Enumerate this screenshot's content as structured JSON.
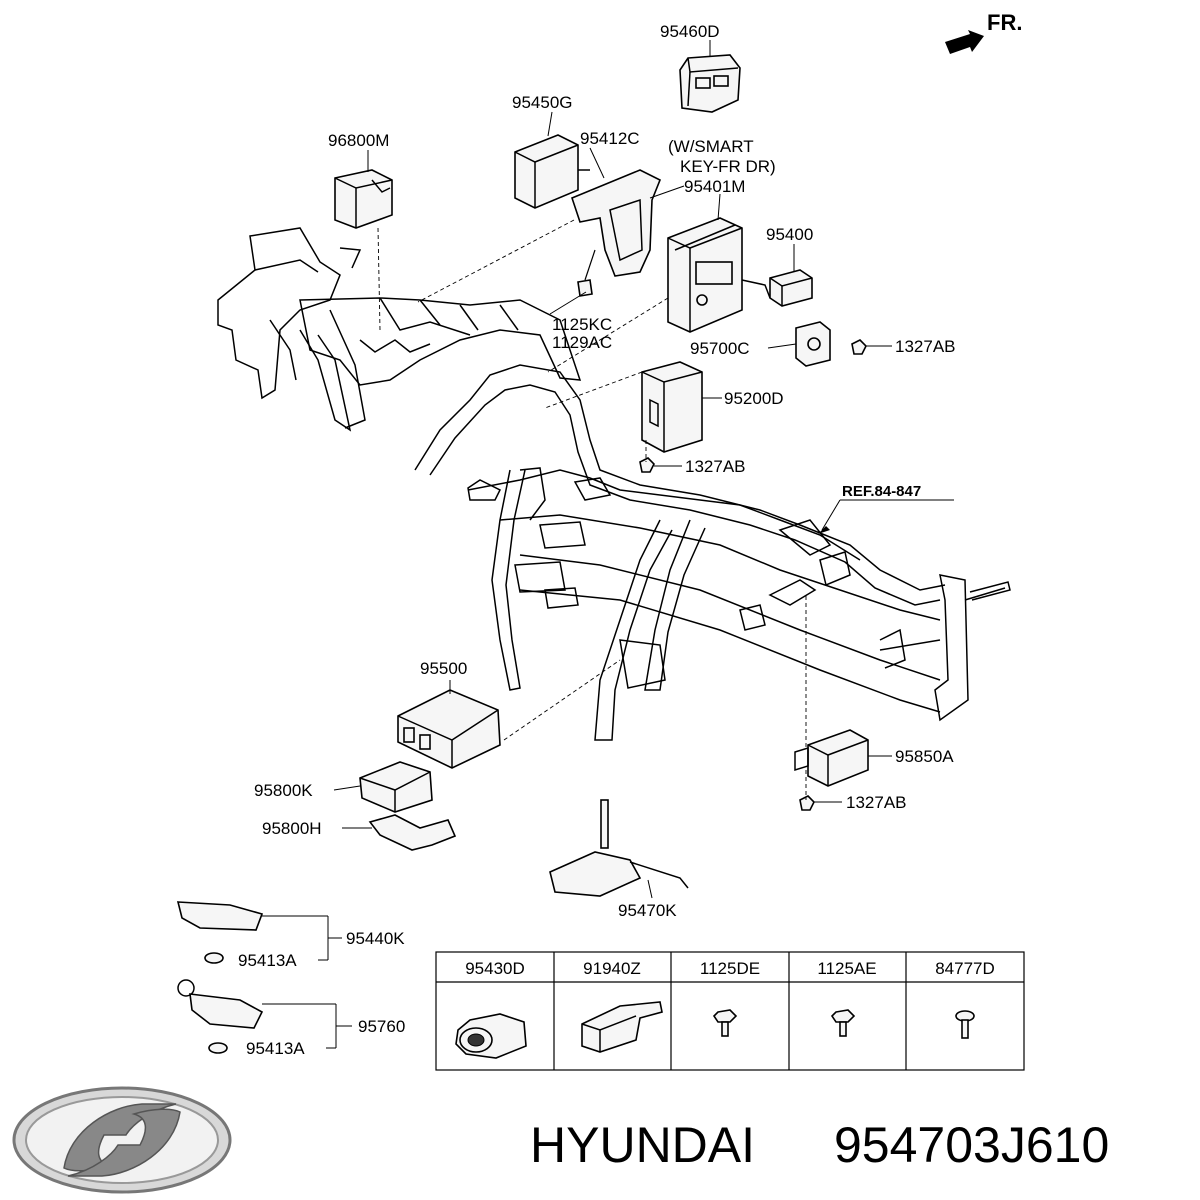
{
  "orientation": {
    "label": "FR."
  },
  "labels": {
    "p95460D": "95460D",
    "p95450G": "95450G",
    "p96800M": "96800M",
    "p95412C": "95412C",
    "note_smart_1": "(W/SMART",
    "note_smart_2": "KEY-FR DR)",
    "p95401M": "95401M",
    "p95400": "95400",
    "p1125KC": "1125KC",
    "p1129AC": "1129AC",
    "p95700C": "95700C",
    "p1327AB_a": "1327AB",
    "p95200D": "95200D",
    "p1327AB_b": "1327AB",
    "ref": "REF.84-847",
    "p95500": "95500",
    "p95850A": "95850A",
    "p1327AB_c": "1327AB",
    "p95800K": "95800K",
    "p95800H": "95800H",
    "p95470K": "95470K",
    "p95440K": "95440K",
    "p95413A_a": "95413A",
    "p95760": "95760",
    "p95413A_b": "95413A"
  },
  "parts_table": {
    "headers": [
      "95430D",
      "91940Z",
      "1125DE",
      "1125AE",
      "84777D"
    ]
  },
  "footer": {
    "brand": "HYUNDAI",
    "part_number": "954703J610"
  }
}
